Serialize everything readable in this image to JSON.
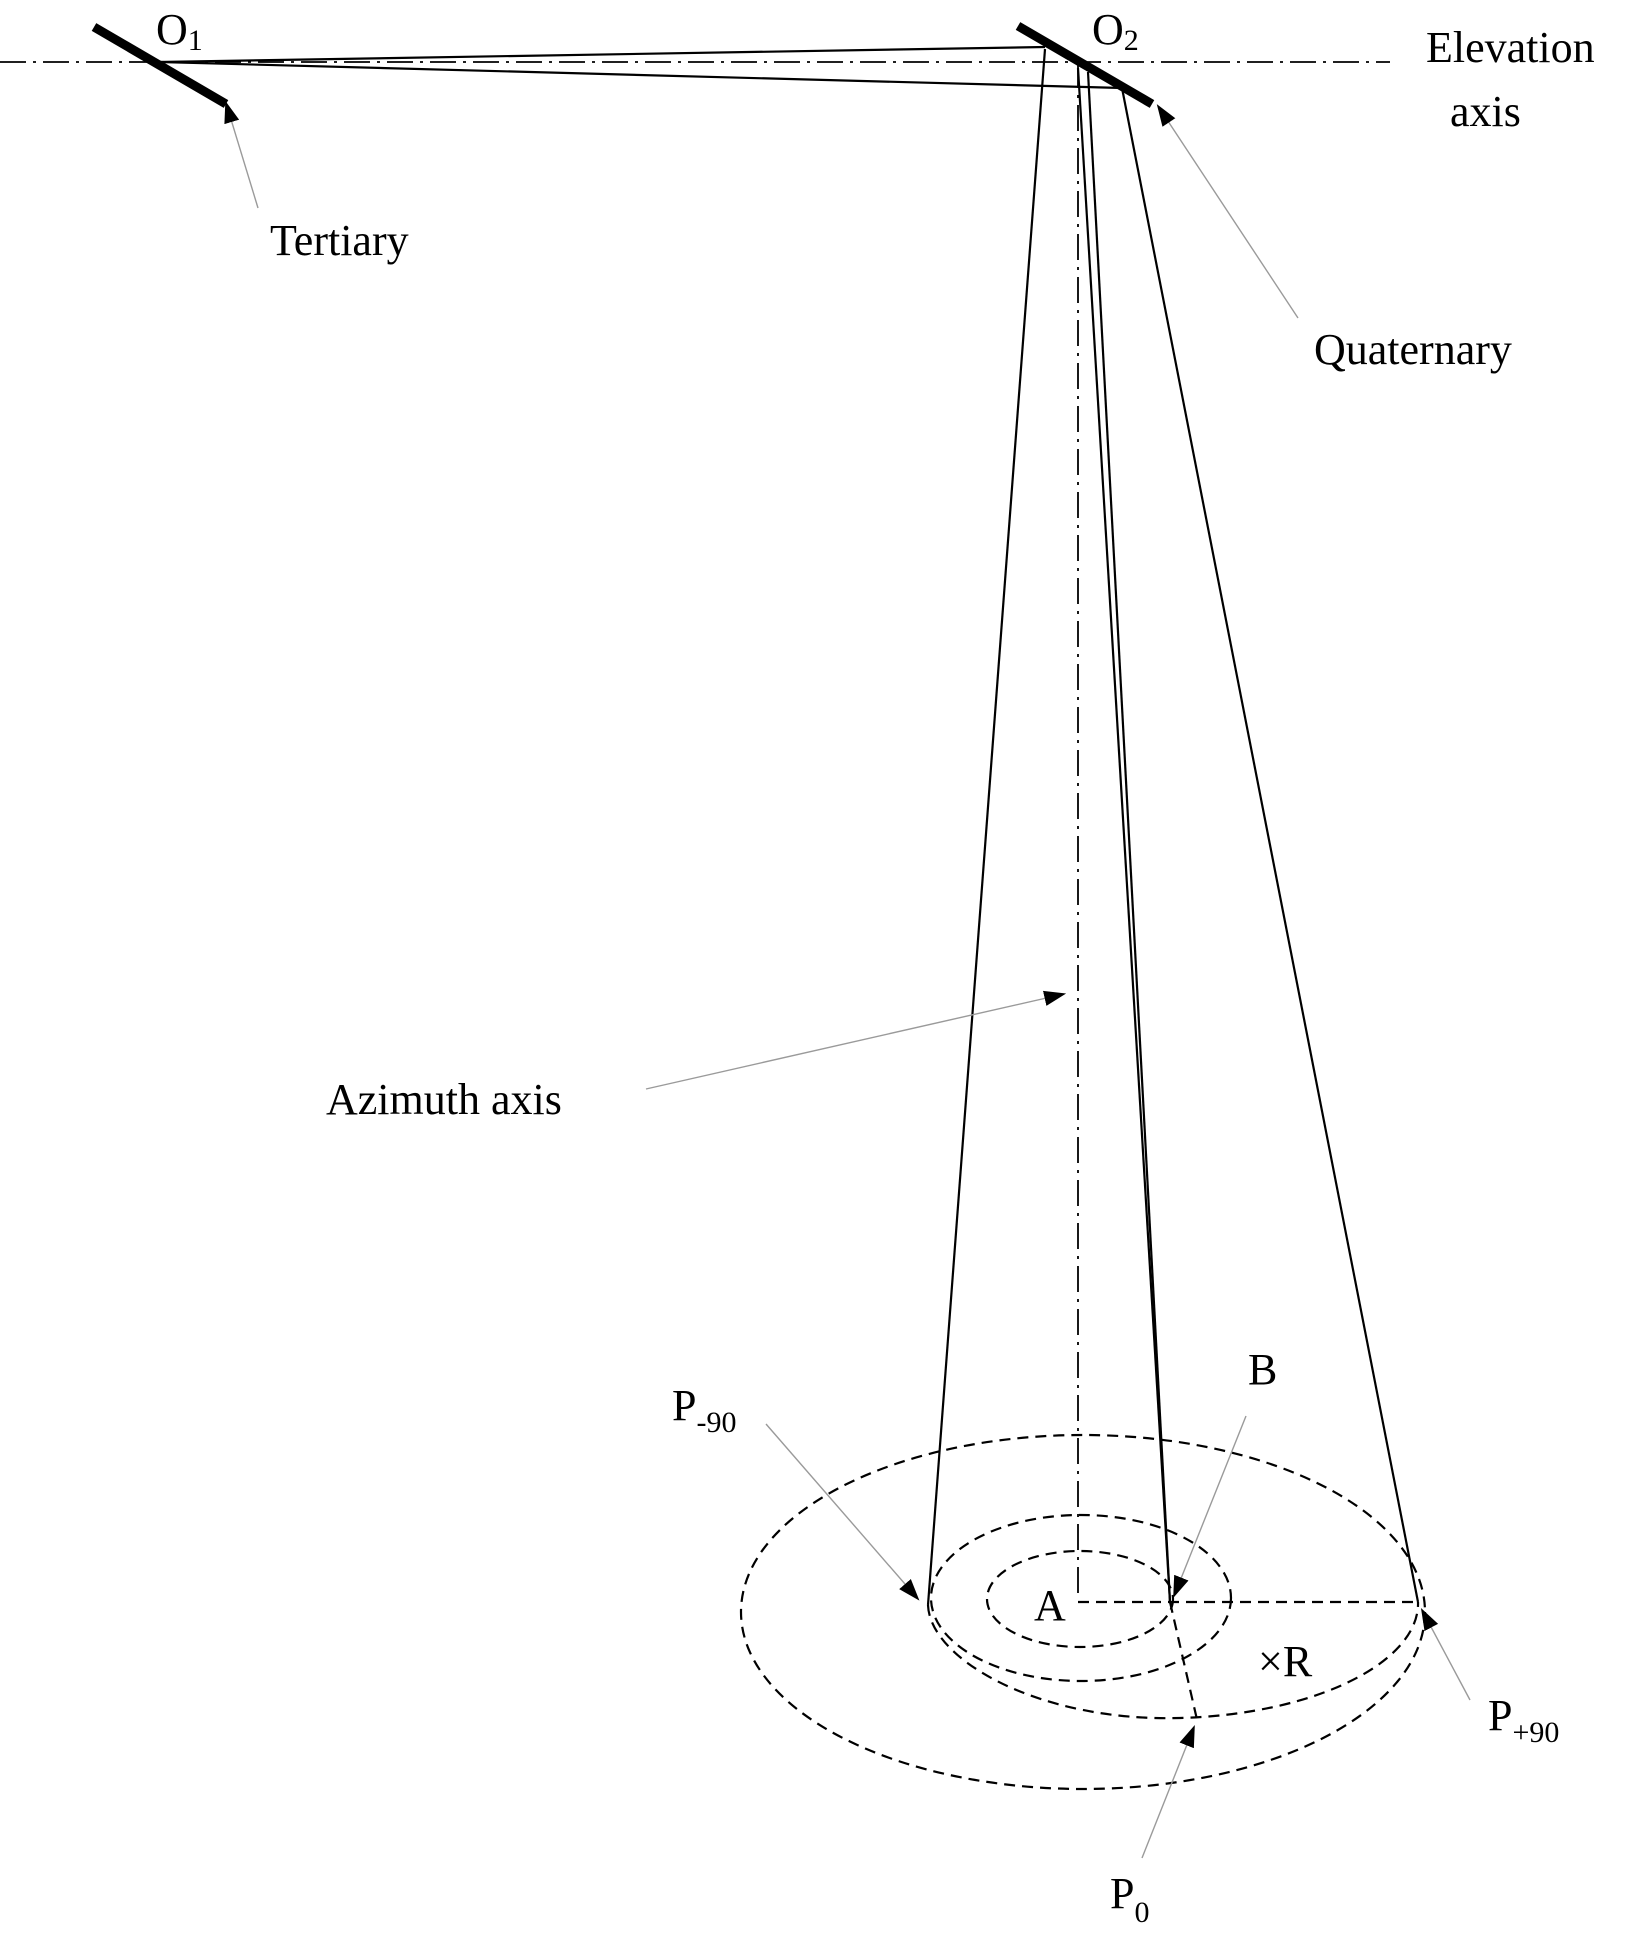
{
  "labels": {
    "o1": "O",
    "o1_sub": "1",
    "o2": "O",
    "o2_sub": "2",
    "elevation_axis_line1": "Elevation",
    "elevation_axis_line2": "axis",
    "tertiary": "Tertiary",
    "quaternary": "Quaternary",
    "azimuth_axis": "Azimuth axis",
    "a": "A",
    "b": "B",
    "r": "×R",
    "p_minus90": "P",
    "p_minus90_sub": "-90",
    "p_plus90": "P",
    "p_plus90_sub": "+90",
    "p0": "P",
    "p0_sub": "0"
  }
}
